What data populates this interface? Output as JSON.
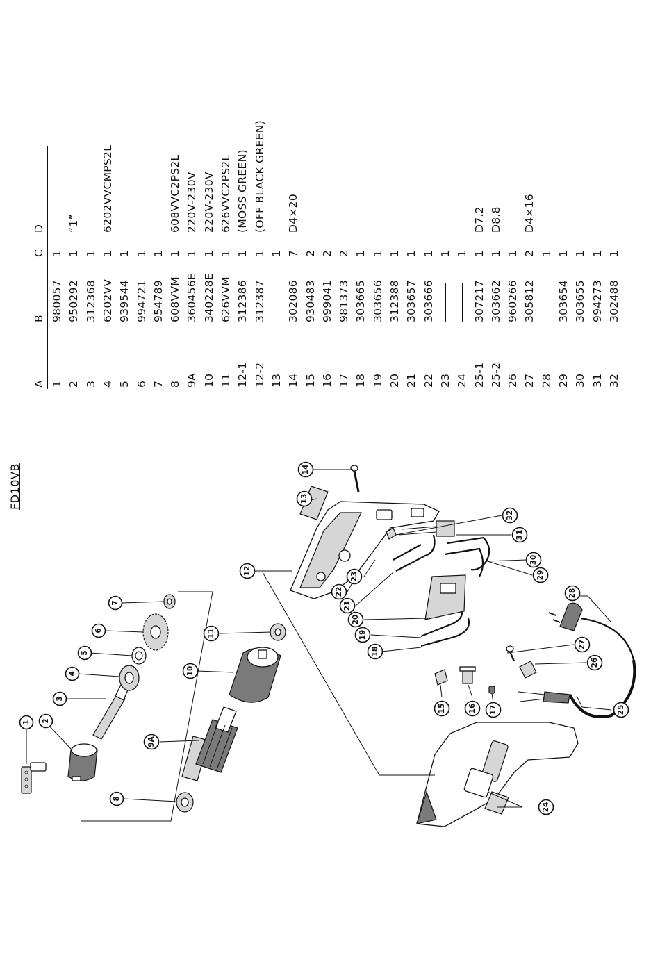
{
  "page": {
    "model": "FD10VB"
  },
  "parts_table": {
    "columns": [
      "A",
      "B",
      "C",
      "D"
    ],
    "rows": [
      {
        "a": "1",
        "b": "980057",
        "c": "1",
        "d": ""
      },
      {
        "a": "2",
        "b": "950292",
        "c": "1",
        "d": "“1”"
      },
      {
        "a": "3",
        "b": "312368",
        "c": "1",
        "d": ""
      },
      {
        "a": "4",
        "b": "6202VV",
        "c": "1",
        "d": "6202VVCMPS2L"
      },
      {
        "a": "5",
        "b": "939544",
        "c": "1",
        "d": ""
      },
      {
        "a": "6",
        "b": "994721",
        "c": "1",
        "d": ""
      },
      {
        "a": "7",
        "b": "954789",
        "c": "1",
        "d": ""
      },
      {
        "a": "8",
        "b": "608VVM",
        "c": "1",
        "d": "608VVC2PS2L"
      },
      {
        "a": "9A",
        "b": "360456E",
        "c": "1",
        "d": "220V-230V"
      },
      {
        "a": "10",
        "b": "340228E",
        "c": "1",
        "d": "220V-230V"
      },
      {
        "a": "11",
        "b": "626VVM",
        "c": "1",
        "d": "626VVC2PS2L"
      },
      {
        "a": "12-1",
        "b": "312386",
        "c": "1",
        "d": "(MOSS  GREEN)"
      },
      {
        "a": "12-2",
        "b": "312387",
        "c": "1",
        "d": "(OFF  BLACK  GREEN)"
      },
      {
        "a": "13",
        "b": "",
        "c": "1",
        "d": ""
      },
      {
        "a": "14",
        "b": "302086",
        "c": "7",
        "d": "D4×20"
      },
      {
        "a": "15",
        "b": "930483",
        "c": "2",
        "d": ""
      },
      {
        "a": "16",
        "b": "999041",
        "c": "2",
        "d": ""
      },
      {
        "a": "17",
        "b": "981373",
        "c": "2",
        "d": ""
      },
      {
        "a": "18",
        "b": "303665",
        "c": "1",
        "d": ""
      },
      {
        "a": "19",
        "b": "303656",
        "c": "1",
        "d": ""
      },
      {
        "a": "20",
        "b": "312388",
        "c": "1",
        "d": ""
      },
      {
        "a": "21",
        "b": "303657",
        "c": "1",
        "d": ""
      },
      {
        "a": "22",
        "b": "303666",
        "c": "1",
        "d": ""
      },
      {
        "a": "23",
        "b": "",
        "c": "1",
        "d": ""
      },
      {
        "a": "24",
        "b": "",
        "c": "1",
        "d": ""
      },
      {
        "a": "25-1",
        "b": "307217",
        "c": "1",
        "d": "D7.2"
      },
      {
        "a": "25-2",
        "b": "303662",
        "c": "1",
        "d": "D8.8"
      },
      {
        "a": "26",
        "b": "960266",
        "c": "1",
        "d": ""
      },
      {
        "a": "27",
        "b": "305812",
        "c": "2",
        "d": "D4×16"
      },
      {
        "a": "28",
        "b": "",
        "c": "1",
        "d": ""
      },
      {
        "a": "29",
        "b": "303654",
        "c": "1",
        "d": ""
      },
      {
        "a": "30",
        "b": "303655",
        "c": "1",
        "d": ""
      },
      {
        "a": "31",
        "b": "994273",
        "c": "1",
        "d": ""
      },
      {
        "a": "32",
        "b": "302488",
        "c": "1",
        "d": ""
      }
    ]
  },
  "diagram": {
    "callouts": [
      "1",
      "2",
      "3",
      "4",
      "5",
      "6",
      "7",
      "8",
      "9A",
      "10",
      "11",
      "12",
      "13",
      "14",
      "15",
      "16",
      "17",
      "18",
      "19",
      "20",
      "21",
      "22",
      "23",
      "24",
      "25",
      "26",
      "27",
      "28",
      "29",
      "30",
      "31",
      "32"
    ]
  }
}
